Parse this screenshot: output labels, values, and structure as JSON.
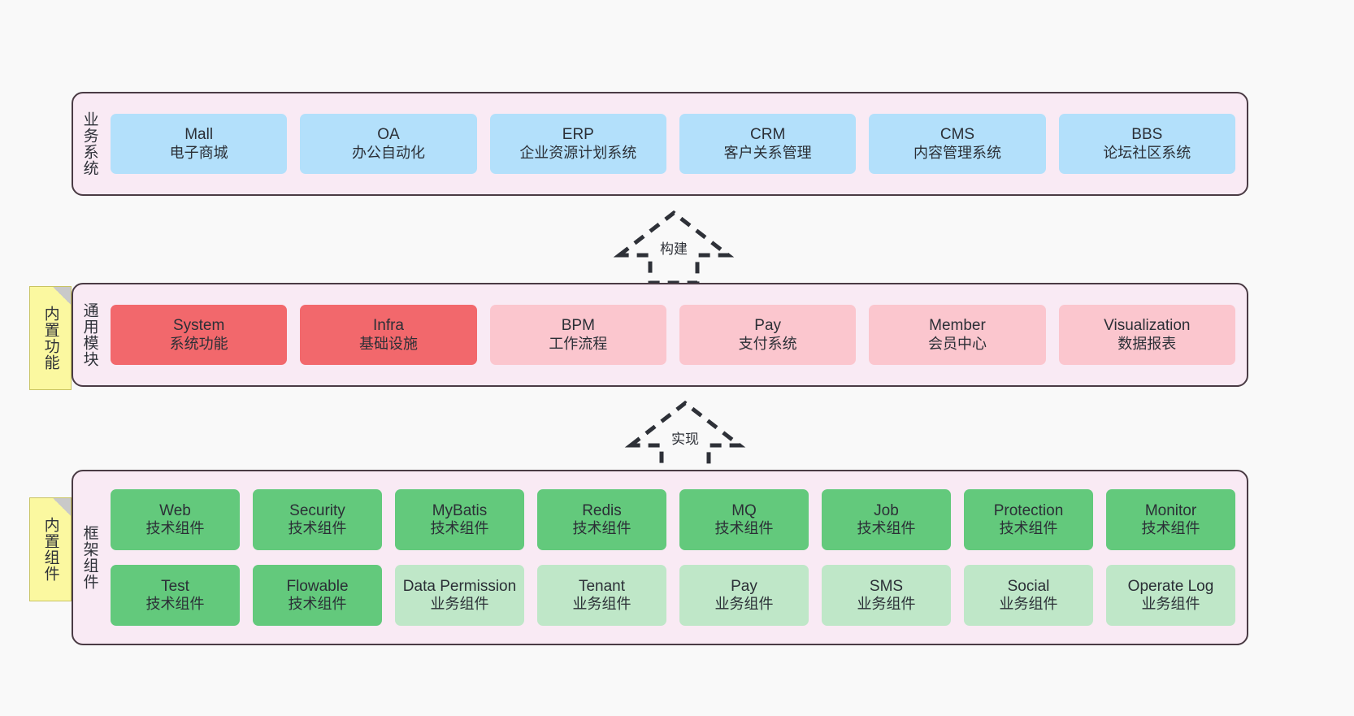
{
  "diagram": {
    "title": "",
    "background_color": "#f9f9f9",
    "layer_fill": "#f9eaf4",
    "layer_border": "#4a3b44",
    "note_fill": "#fbf8a0"
  },
  "layers": [
    {
      "id": "business",
      "title": "业务系统",
      "rows": [
        {
          "nodes": [
            {
              "en": "Mall",
              "cn": "电子商城",
              "color": "#b3e0fb",
              "style": "n-blue"
            },
            {
              "en": "OA",
              "cn": "办公自动化",
              "color": "#b3e0fb",
              "style": "n-blue"
            },
            {
              "en": "ERP",
              "cn": "企业资源计划系统",
              "color": "#b3e0fb",
              "style": "n-blue"
            },
            {
              "en": "CRM",
              "cn": "客户关系管理",
              "color": "#b3e0fb",
              "style": "n-blue"
            },
            {
              "en": "CMS",
              "cn": "内容管理系统",
              "color": "#b3e0fb",
              "style": "n-blue"
            },
            {
              "en": "BBS",
              "cn": "论坛社区系统",
              "color": "#b3e0fb",
              "style": "n-blue"
            }
          ]
        }
      ]
    },
    {
      "id": "common",
      "title": "通用模块",
      "note": "内置功能",
      "rows": [
        {
          "nodes": [
            {
              "en": "System",
              "cn": "系统功能",
              "color": "#f2686c",
              "style": "n-red"
            },
            {
              "en": "Infra",
              "cn": "基础设施",
              "color": "#f2686c",
              "style": "n-red"
            },
            {
              "en": "BPM",
              "cn": "工作流程",
              "color": "#fbc6ce",
              "style": "n-pink"
            },
            {
              "en": "Pay",
              "cn": "支付系统",
              "color": "#fbc6ce",
              "style": "n-pink"
            },
            {
              "en": "Member",
              "cn": "会员中心",
              "color": "#fbc6ce",
              "style": "n-pink"
            },
            {
              "en": "Visualization",
              "cn": "数据报表",
              "color": "#fbc6ce",
              "style": "n-pink"
            }
          ]
        }
      ]
    },
    {
      "id": "frame",
      "title": "框架组件",
      "note": "内置组件",
      "rows": [
        {
          "nodes": [
            {
              "en": "Web",
              "cn": "技术组件",
              "color": "#63c97c",
              "style": "n-green"
            },
            {
              "en": "Security",
              "cn": "技术组件",
              "color": "#63c97c",
              "style": "n-green"
            },
            {
              "en": "MyBatis",
              "cn": "技术组件",
              "color": "#63c97c",
              "style": "n-green"
            },
            {
              "en": "Redis",
              "cn": "技术组件",
              "color": "#63c97c",
              "style": "n-green"
            },
            {
              "en": "MQ",
              "cn": "技术组件",
              "color": "#63c97c",
              "style": "n-green"
            },
            {
              "en": "Job",
              "cn": "技术组件",
              "color": "#63c97c",
              "style": "n-green"
            },
            {
              "en": "Protection",
              "cn": "技术组件",
              "color": "#63c97c",
              "style": "n-green"
            },
            {
              "en": "Monitor",
              "cn": "技术组件",
              "color": "#63c97c",
              "style": "n-green"
            }
          ]
        },
        {
          "nodes": [
            {
              "en": "Test",
              "cn": "技术组件",
              "color": "#63c97c",
              "style": "n-green"
            },
            {
              "en": "Flowable",
              "cn": "技术组件",
              "color": "#63c97c",
              "style": "n-green"
            },
            {
              "en": "Data Permission",
              "cn": "业务组件",
              "color": "#bfe7c8",
              "style": "n-lightgreen"
            },
            {
              "en": "Tenant",
              "cn": "业务组件",
              "color": "#bfe7c8",
              "style": "n-lightgreen"
            },
            {
              "en": "Pay",
              "cn": "业务组件",
              "color": "#bfe7c8",
              "style": "n-lightgreen"
            },
            {
              "en": "SMS",
              "cn": "业务组件",
              "color": "#bfe7c8",
              "style": "n-lightgreen"
            },
            {
              "en": "Social",
              "cn": "业务组件",
              "color": "#bfe7c8",
              "style": "n-lightgreen"
            },
            {
              "en": "Operate Log",
              "cn": "业务组件",
              "color": "#bfe7c8",
              "style": "n-lightgreen"
            }
          ]
        }
      ]
    }
  ],
  "connectors": [
    {
      "id": "build",
      "label": "构建",
      "from": "common",
      "to": "business",
      "style": "dashed-hollow-arrow-up"
    },
    {
      "id": "impl",
      "label": "实现",
      "from": "frame",
      "to": "common",
      "style": "dashed-hollow-arrow-up"
    }
  ]
}
